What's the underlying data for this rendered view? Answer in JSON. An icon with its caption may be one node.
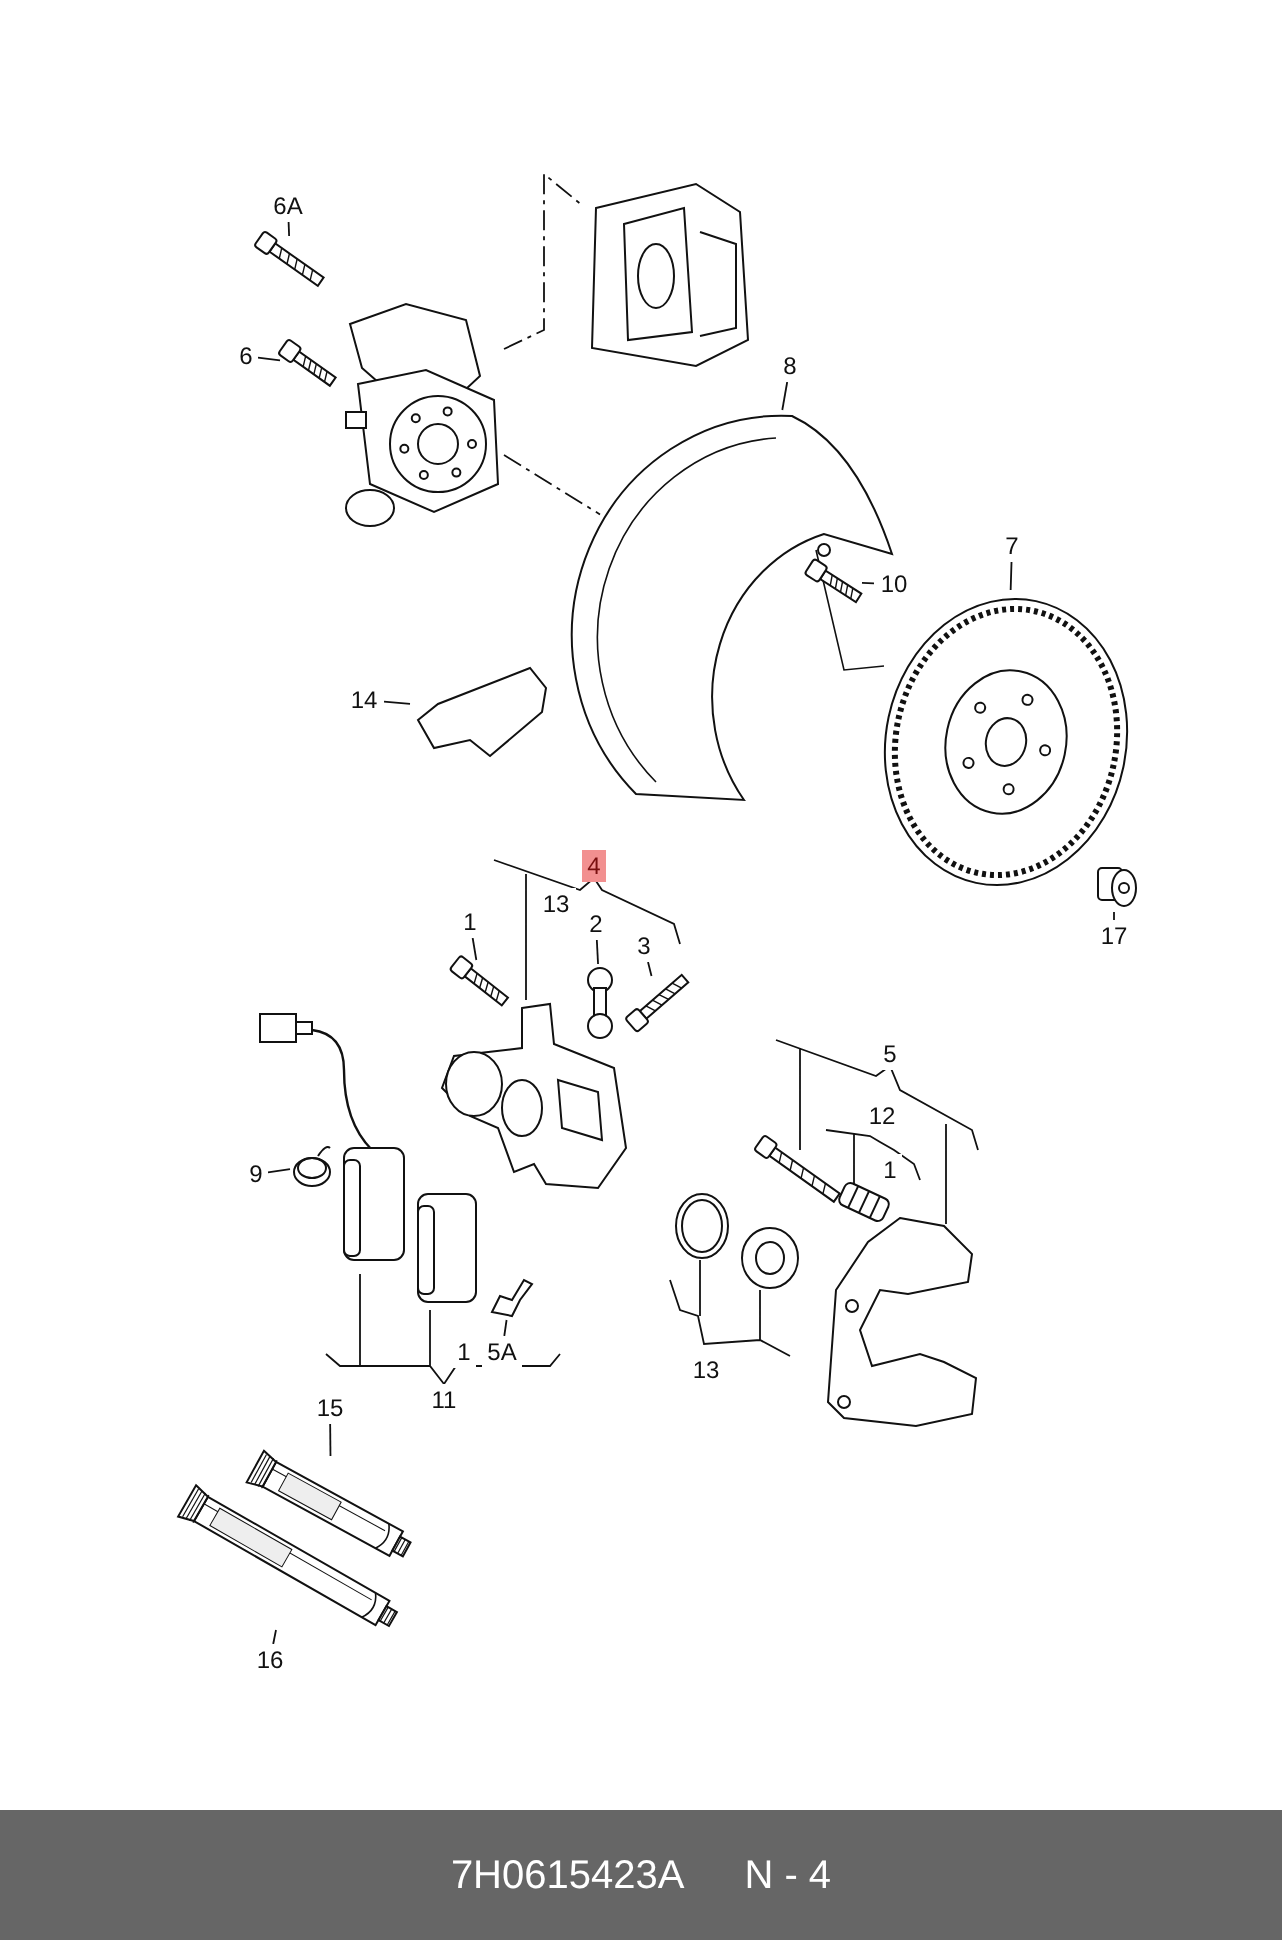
{
  "diagram": {
    "nodes": [
      {
        "text": [
          "6A"
        ]
      },
      {
        "text": [],
        "shape": "picture"
      },
      {
        "text": [
          "6"
        ]
      },
      {
        "text": [],
        "shape": "picture"
      },
      {
        "text": [],
        "shape": "picture"
      },
      {
        "text": [],
        "shape": "picture"
      },
      {
        "text": [
          "8"
        ]
      },
      {
        "text": [],
        "shape": "picture"
      },
      {
        "text": [
          "10"
        ]
      },
      {
        "text": [],
        "shape": "picture"
      },
      {
        "text": [
          "7"
        ]
      },
      {
        "text": [],
        "shape": "picture"
      },
      {
        "text": [
          "14"
        ]
      },
      {
        "text": [],
        "shape": "picture"
      },
      {
        "text": [
          "17"
        ]
      },
      {
        "text": [],
        "shape": "picture"
      },
      {
        "text": [
          "1"
        ]
      },
      {
        "text": [],
        "shape": "picture"
      },
      {
        "text": [
          "2"
        ]
      },
      {
        "text": [],
        "shape": "picture"
      },
      {
        "text": [
          "3"
        ]
      },
      {
        "text": [],
        "shape": "picture"
      },
      {
        "text": [],
        "shape": "picture"
      },
      {
        "text": [],
        "shape": "picture"
      },
      {
        "text": [
          "9"
        ]
      },
      {
        "text": [],
        "shape": "picture"
      },
      {
        "text": [],
        "shape": "picture"
      },
      {
        "text": [],
        "shape": "picture"
      },
      {
        "text": [
          "5A"
        ]
      },
      {
        "text": [],
        "shape": "picture"
      },
      {
        "text": [],
        "shape": "picture"
      },
      {
        "text": [],
        "shape": "picture"
      },
      {
        "text": [],
        "shape": "picture"
      },
      {
        "text": [],
        "shape": "picture"
      },
      {
        "text": [],
        "shape": "picture"
      },
      {
        "text": [
          "15"
        ]
      },
      {
        "text": [],
        "shape": "picture"
      },
      {
        "text": [
          "16"
        ]
      },
      {
        "text": [],
        "shape": "picture"
      },
      {
        "text": [
          "4"
        ]
      },
      {
        "text": [
          "13"
        ]
      },
      {
        "text": [
          "5"
        ]
      },
      {
        "text": [
          "12"
        ]
      },
      {
        "text": [
          "1"
        ]
      },
      {
        "text": [
          "1"
        ]
      },
      {
        "text": [
          "11"
        ]
      },
      {
        "text": [
          "13"
        ]
      }
    ],
    "edges": [
      {
        "from": 0,
        "to": 1,
        "arrow": "none"
      },
      {
        "from": 2,
        "to": 3,
        "arrow": "none"
      },
      {
        "from": 4,
        "to": 5,
        "arrow": "none",
        "style": "dashed"
      },
      {
        "from": 4,
        "to": 7,
        "arrow": "none",
        "style": "dashed"
      },
      {
        "from": 6,
        "to": 7,
        "arrow": "none"
      },
      {
        "from": 8,
        "to": 9,
        "arrow": "none"
      },
      {
        "from": 10,
        "to": 11,
        "arrow": "none"
      },
      {
        "from": 12,
        "to": 13,
        "arrow": "none"
      },
      {
        "from": 14,
        "to": 15,
        "arrow": "none"
      },
      {
        "from": 16,
        "to": 17,
        "arrow": "none"
      },
      {
        "from": 18,
        "to": 19,
        "arrow": "none"
      },
      {
        "from": 20,
        "to": 21,
        "arrow": "none"
      },
      {
        "from": 24,
        "to": 25,
        "arrow": "none"
      },
      {
        "from": 28,
        "to": 29,
        "arrow": "none"
      },
      {
        "from": 35,
        "to": 36,
        "arrow": "none"
      },
      {
        "from": 37,
        "to": 38,
        "arrow": "none"
      }
    ],
    "labels": [
      "7H0615423A",
      "N - 4"
    ]
  }
}
